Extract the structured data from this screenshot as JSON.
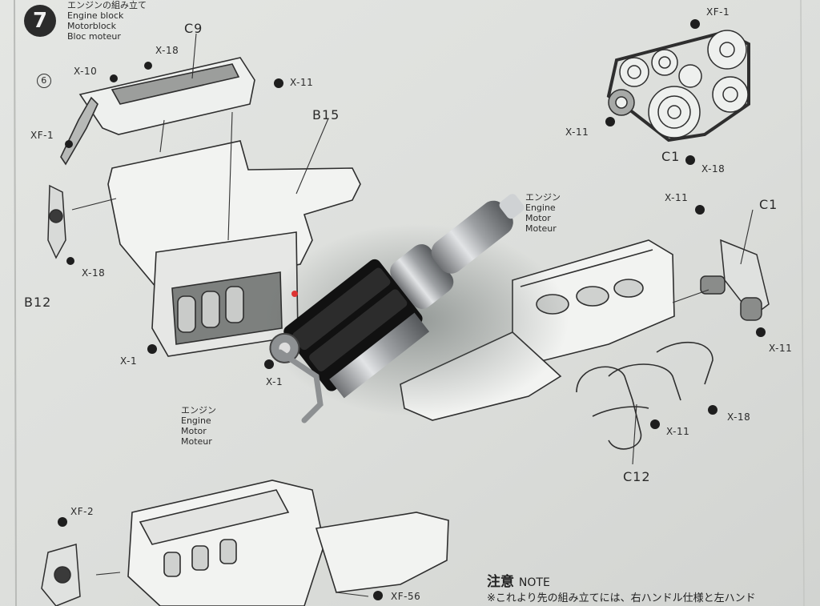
{
  "step": {
    "number": "7",
    "title_jp": "エンジンの組み立て",
    "title_en": "Engine block",
    "title_de": "Motorblock",
    "title_fr": "Bloc moteur"
  },
  "parts": {
    "c9": "C9",
    "b15": "B15",
    "b12": "B12",
    "c1_top": "C1",
    "c1_right": "C1",
    "c12": "C12",
    "circled_6": "6"
  },
  "fasteners": {
    "x10": "X-10",
    "x18_a": "X-18",
    "x11_a": "X-11",
    "xf1_a": "XF-1",
    "x18_b": "X-18",
    "x1_a": "X-1",
    "x1_b": "X-1",
    "xf1_b": "XF-1",
    "x11_b": "X-11",
    "x18_c": "X-18",
    "x11_c": "X-11",
    "x11_d": "X-11",
    "x18_d": "X-18",
    "x11_e": "X-11",
    "xf2": "XF-2",
    "xf56": "XF-56"
  },
  "engine_labels": {
    "mid_jp": "エンジン",
    "mid_en": "Engine",
    "mid_de": "Motor",
    "mid_fr": "Moteur",
    "bottom_jp": "エンジン",
    "bottom_en": "Engine",
    "bottom_de": "Motor",
    "bottom_fr": "Moteur"
  },
  "note": {
    "title_jp": "注意",
    "title_en": "NOTE",
    "text": "※これより先の組み立てには、右ハンドル仕様と左ハンド"
  }
}
